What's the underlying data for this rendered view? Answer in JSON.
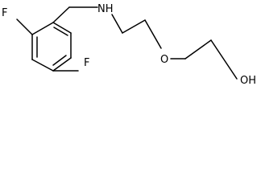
{
  "molecule": {
    "atoms": {
      "f_top": "F",
      "f_bottom": "F",
      "amine": "NH",
      "ether_oxygen": "O",
      "hydroxyl": "OH"
    }
  }
}
